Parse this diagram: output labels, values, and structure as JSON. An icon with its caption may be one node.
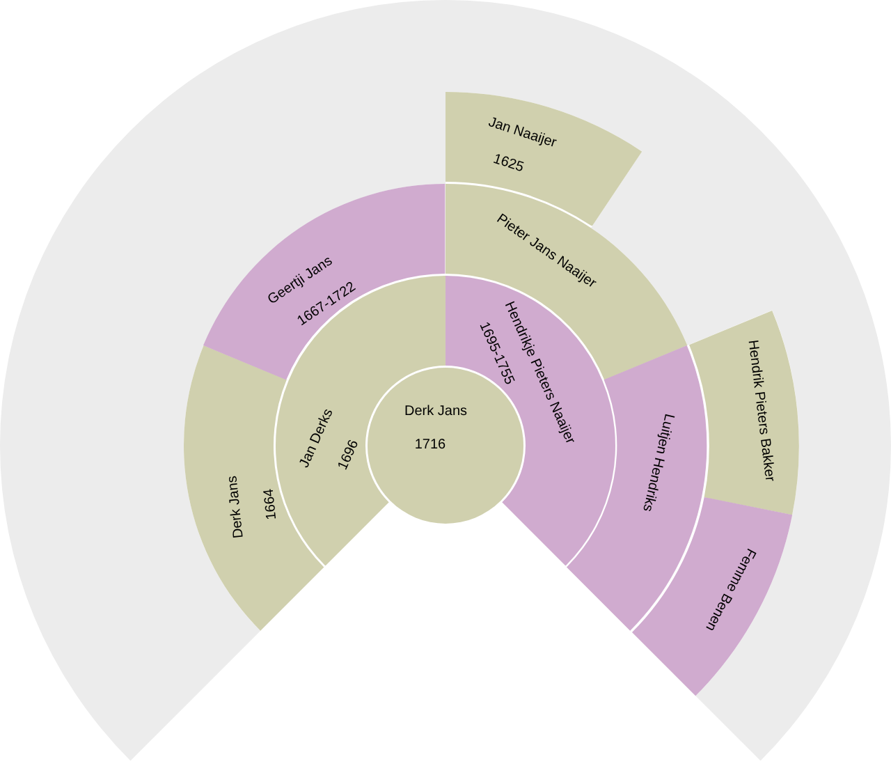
{
  "diagram": {
    "nodes": [
      {
        "text": [
          "Derk Jans",
          "1716"
        ]
      },
      {
        "text": [
          "Jan Derks",
          "1696"
        ]
      },
      {
        "text": [
          "Hendrikje Pieters Naaijer",
          "1695-1755"
        ]
      },
      {
        "text": [
          "Derk Jans",
          "1664"
        ]
      },
      {
        "text": [
          "Geertji Jans",
          "1667-1722"
        ]
      },
      {
        "text": [
          "Pieter Jans Naaijer"
        ]
      },
      {
        "text": [
          "Luitjen Hendriks"
        ]
      },
      {
        "text": [
          "Jan Naaijer",
          "1625"
        ]
      },
      {
        "text": [
          "Hendrik Pieters Bakker"
        ]
      },
      {
        "text": [
          "Femme Benen"
        ]
      }
    ]
  }
}
